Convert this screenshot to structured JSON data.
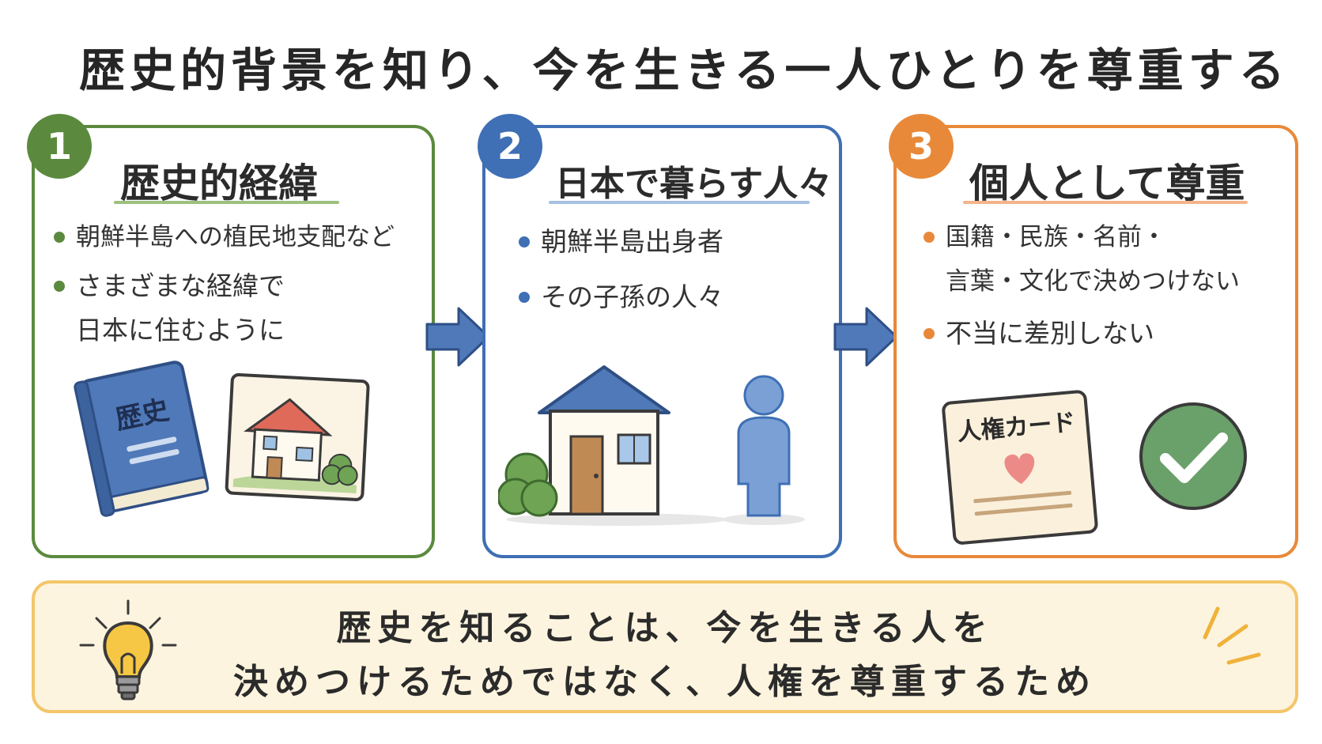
{
  "title": "歴史的背景を知り、今を生きる一人ひとりを尊重する",
  "panels": [
    {
      "number": "1",
      "heading": "歴史的経緯",
      "bullets": [
        "朝鮮半島への植民地支配など",
        "さまざまな経緯で",
        "日本に住むように"
      ],
      "book_label": "歴史"
    },
    {
      "number": "2",
      "heading": "日本で暮らす人々",
      "bullets": [
        "朝鮮半島出身者",
        "その子孫の人々"
      ]
    },
    {
      "number": "3",
      "heading": "個人として尊重",
      "bullets": [
        "国籍・民族・名前・",
        "言葉・文化で決めつけない",
        "不当に差別しない"
      ],
      "card_label": "人権カード"
    }
  ],
  "bottom": {
    "line1": "歴史を知ることは、今を生きる人を",
    "line2": "決めつけるためではなく、人権を尊重するため"
  },
  "colors": {
    "green": "#5b8a3e",
    "blue": "#3f6fb4",
    "orange": "#e8893a",
    "yellow": "#f3c66a"
  }
}
